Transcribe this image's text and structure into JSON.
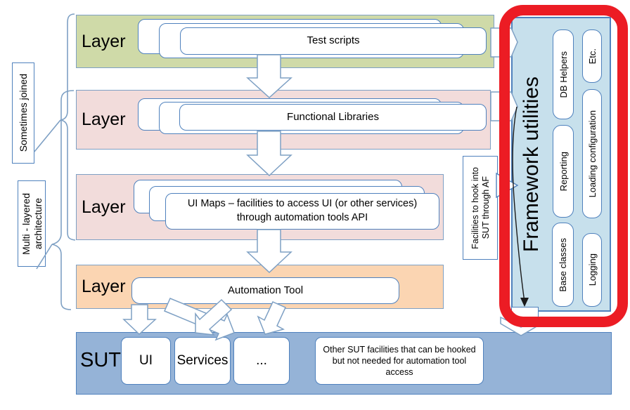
{
  "notes": {
    "sometimes_joined": "Sometimes joined",
    "multi_layered_line1": "Multi - layered",
    "multi_layered_line2": "architecture"
  },
  "layers": [
    {
      "label": "Layer",
      "title": "Test scripts"
    },
    {
      "label": "Layer",
      "title": "Functional Libraries"
    },
    {
      "label": "Layer",
      "title_line1": "UI Maps – facilities to access UI (or other services)",
      "title_line2": "through automation tools API"
    },
    {
      "label": "Layer",
      "title": "Automation Tool"
    }
  ],
  "framework": {
    "title": "Framework utilities",
    "pills": {
      "db_helpers": "DB Helpers",
      "etc": "Etc.",
      "reporting": "Reporting",
      "loading_configuration": "Loading configuration",
      "base_classes": "Base classes",
      "logging": "Logging"
    }
  },
  "callout": {
    "line1": "Facilities to hook into",
    "line2": "SUT through AF"
  },
  "sut": {
    "label": "SUT",
    "ui": "UI",
    "services": "Services",
    "dots": "...",
    "note": "Other SUT facilities that can be hooked but not needed for automation tool access"
  },
  "colors": {
    "layer_green": "#cfdaa8",
    "layer_pink": "#f2dcdb",
    "layer_orange": "#fbd5b2",
    "sut_blue": "#95b3d7",
    "framework_blue": "#c7e0ec",
    "box_border_blue": "#4f81bd",
    "highlight_red": "#ec1c24"
  }
}
